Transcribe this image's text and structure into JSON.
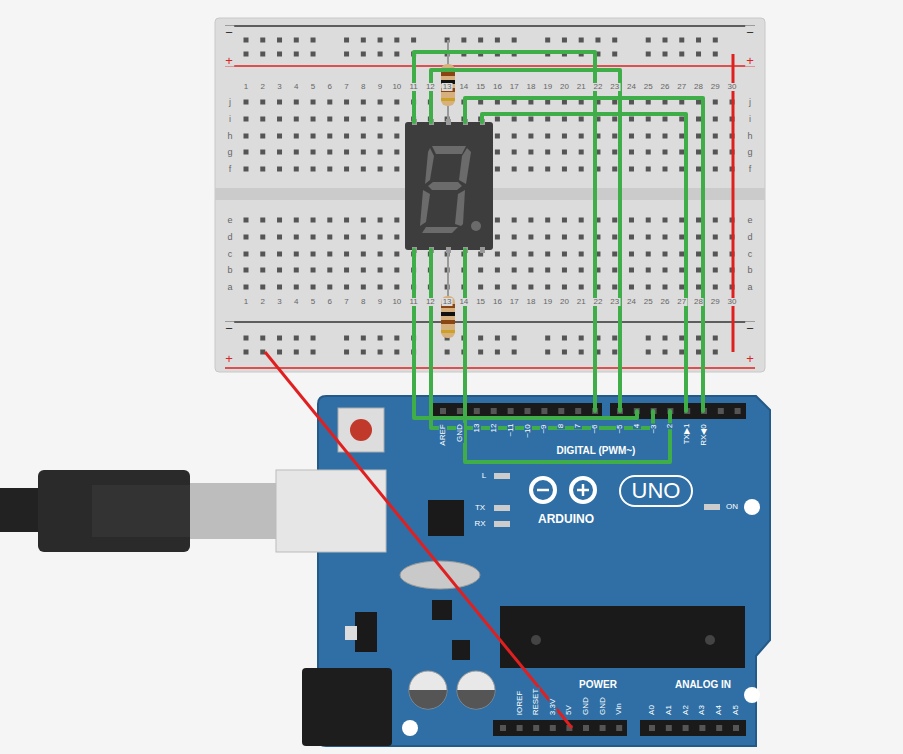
{
  "diagram": {
    "labels": [
      "1",
      "2",
      "3",
      "4",
      "5",
      "6",
      "7",
      "8",
      "9",
      "10",
      "11",
      "12",
      "13",
      "14",
      "15",
      "16",
      "17",
      "18",
      "19",
      "20",
      "21",
      "22",
      "23",
      "24",
      "25",
      "26",
      "27",
      "28",
      "29",
      "30",
      "1",
      "2",
      "3",
      "4",
      "5",
      "6",
      "7",
      "8",
      "9",
      "10",
      "11",
      "12",
      "13",
      "14",
      "15",
      "16",
      "17",
      "18",
      "19",
      "20",
      "21",
      "22",
      "23",
      "24",
      "25",
      "26",
      "27",
      "28",
      "29",
      "30",
      "j",
      "i",
      "h",
      "g",
      "f",
      "e",
      "d",
      "c",
      "b",
      "a",
      "j",
      "i",
      "h",
      "g",
      "f",
      "e",
      "d",
      "c",
      "b",
      "a",
      "−",
      "+",
      "−",
      "+",
      "−",
      "+",
      "−",
      "+",
      "AREF",
      "GND",
      "13",
      "12",
      "~11",
      "~10",
      "~9",
      "8",
      "7",
      "~6",
      "~5",
      "4",
      "~3",
      "2",
      "TX▶1",
      "RX◀0",
      "DIGITAL (PWM~)",
      "L",
      "TX",
      "RX",
      "ARDUINO",
      "UNO",
      "ON",
      "IOREF",
      "RESET",
      "3.3V",
      "5V",
      "GND",
      "GND",
      "Vin",
      "POWER",
      "ANALOG IN",
      "A0",
      "A1",
      "A2",
      "A3",
      "A4",
      "A5"
    ]
  }
}
